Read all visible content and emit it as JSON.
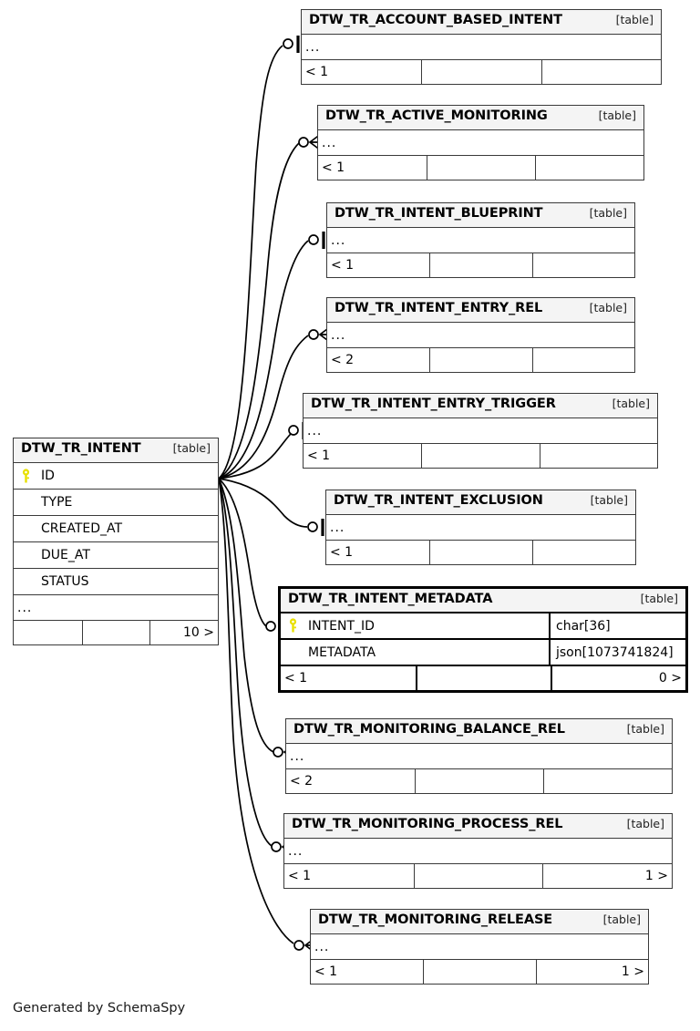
{
  "diagram": {
    "generator_credit": "Generated by SchemaSpy",
    "table_kind_label": "[table]",
    "ellipsis": "...",
    "key_icon_color": "#e8e000",
    "border_color": "#3a3a3a",
    "header_fill": "#f4f4f4"
  },
  "main_table": {
    "name": "DTW_TR_INTENT",
    "kind": "[table]",
    "columns": [
      {
        "name": "ID",
        "type": "",
        "primary_key": true
      },
      {
        "name": "TYPE",
        "type": "",
        "primary_key": false
      },
      {
        "name": "CREATED_AT",
        "type": "",
        "primary_key": false
      },
      {
        "name": "DUE_AT",
        "type": "",
        "primary_key": false
      },
      {
        "name": "STATUS",
        "type": "",
        "primary_key": false
      }
    ],
    "more_indicator": "...",
    "footer": {
      "left": "",
      "middle": "",
      "right": "10 >"
    }
  },
  "related_tables": [
    {
      "name": "DTW_TR_ACCOUNT_BASED_INTENT",
      "kind": "[table]",
      "more_indicator": "...",
      "footer": {
        "left": "< 1",
        "middle": "",
        "right": ""
      },
      "connector": "zero-or-one",
      "emphasis": false
    },
    {
      "name": "DTW_TR_ACTIVE_MONITORING",
      "kind": "[table]",
      "more_indicator": "...",
      "footer": {
        "left": "< 1",
        "middle": "",
        "right": ""
      },
      "connector": "zero-or-many",
      "emphasis": false
    },
    {
      "name": "DTW_TR_INTENT_BLUEPRINT",
      "kind": "[table]",
      "more_indicator": "...",
      "footer": {
        "left": "< 1",
        "middle": "",
        "right": ""
      },
      "connector": "zero-or-one",
      "emphasis": false
    },
    {
      "name": "DTW_TR_INTENT_ENTRY_REL",
      "kind": "[table]",
      "more_indicator": "...",
      "footer": {
        "left": "< 2",
        "middle": "",
        "right": ""
      },
      "connector": "zero-or-many",
      "emphasis": false
    },
    {
      "name": "DTW_TR_INTENT_ENTRY_TRIGGER",
      "kind": "[table]",
      "more_indicator": "...",
      "footer": {
        "left": "< 1",
        "middle": "",
        "right": ""
      },
      "connector": "zero-or-one",
      "emphasis": false
    },
    {
      "name": "DTW_TR_INTENT_EXCLUSION",
      "kind": "[table]",
      "more_indicator": "...",
      "footer": {
        "left": "< 1",
        "middle": "",
        "right": ""
      },
      "connector": "zero-or-one",
      "emphasis": false
    },
    {
      "name": "DTW_TR_INTENT_METADATA",
      "kind": "[table]",
      "columns": [
        {
          "name": "INTENT_ID",
          "type": "char[36]",
          "primary_key": true
        },
        {
          "name": "METADATA",
          "type": "json[1073741824]",
          "primary_key": false
        }
      ],
      "footer": {
        "left": "< 1",
        "middle": "",
        "right": "0 >"
      },
      "connector": "zero-or-one",
      "emphasis": true
    },
    {
      "name": "DTW_TR_MONITORING_BALANCE_REL",
      "kind": "[table]",
      "more_indicator": "...",
      "footer": {
        "left": "< 2",
        "middle": "",
        "right": ""
      },
      "connector": "zero-or-many",
      "emphasis": false
    },
    {
      "name": "DTW_TR_MONITORING_PROCESS_REL",
      "kind": "[table]",
      "more_indicator": "...",
      "footer": {
        "left": "< 1",
        "middle": "",
        "right": "1 >"
      },
      "connector": "zero-or-many",
      "emphasis": false
    },
    {
      "name": "DTW_TR_MONITORING_RELEASE",
      "kind": "[table]",
      "more_indicator": "...",
      "footer": {
        "left": "< 1",
        "middle": "",
        "right": "1 >"
      },
      "connector": "zero-or-many",
      "emphasis": false
    }
  ]
}
